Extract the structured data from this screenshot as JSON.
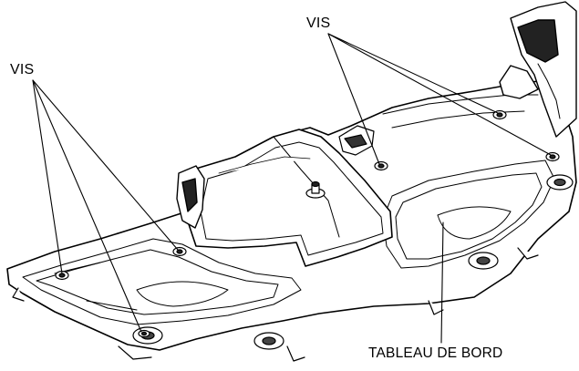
{
  "callouts": {
    "screws_left": "VIS",
    "screws_top": "VIS",
    "dashboard": "TABLEAU DE BORD"
  },
  "colors": {
    "line": "#000000",
    "background": "#ffffff",
    "fill": "#ffffff"
  }
}
